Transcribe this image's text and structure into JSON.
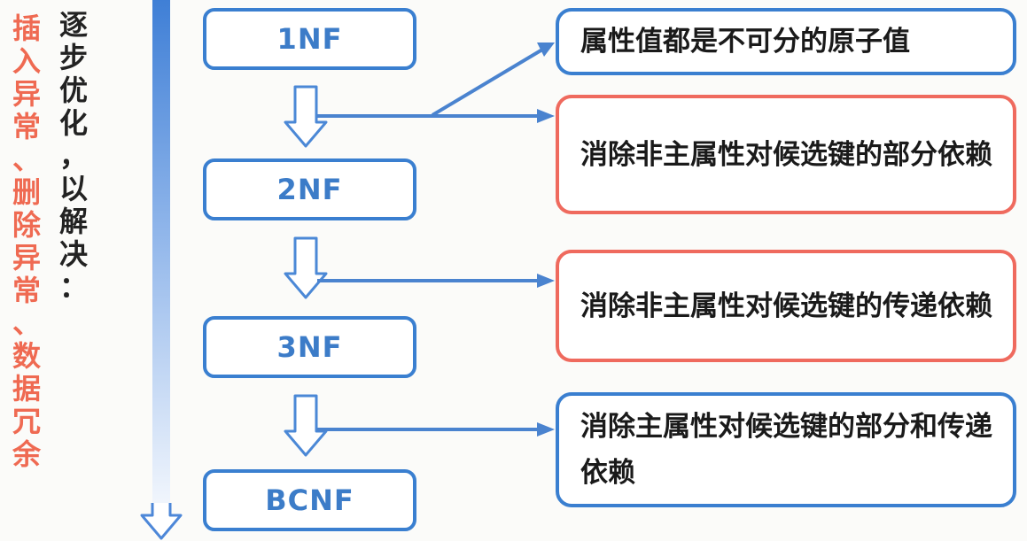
{
  "side_text": {
    "red": "插入异常、删除异常、数据冗余",
    "dark": "逐步优化，以解决："
  },
  "forms": [
    "1NF",
    "2NF",
    "3NF",
    "BCNF"
  ],
  "descriptions": [
    "属性值都是不可分的原子值",
    "消除非主属性对候选键的部分依赖",
    "消除非主属性对候选键的传递依赖",
    "消除主属性对候选键的部分和传递依赖"
  ],
  "colors": {
    "blue": "#3a7fd0",
    "red": "#ef6a5e",
    "red_text": "#ef6a52"
  }
}
